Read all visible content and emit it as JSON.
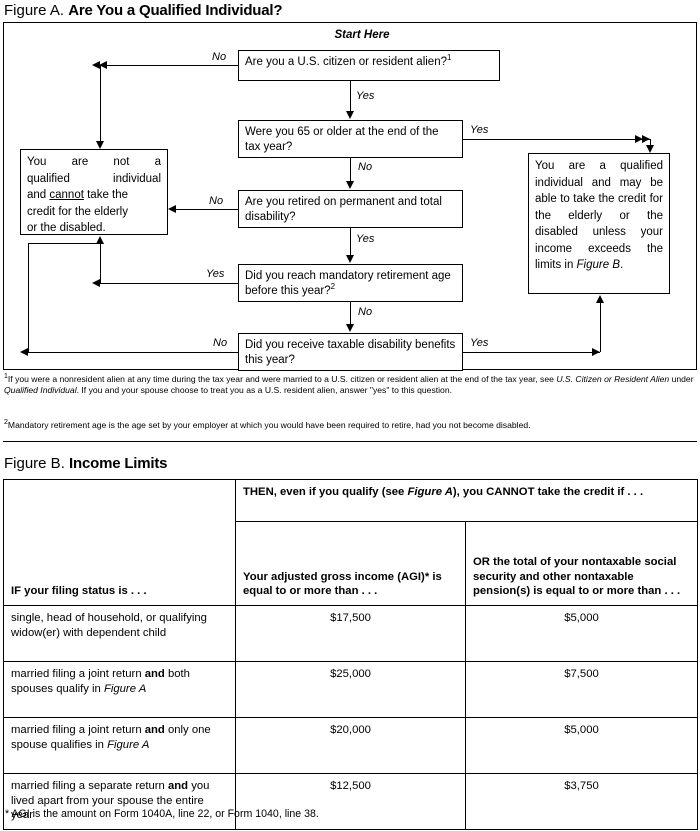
{
  "figure_a": {
    "label": "Figure A.",
    "title": "Are You a Qualified Individual?",
    "start_here": "Start Here",
    "boxes": {
      "q1": "Are you a U.S. citizen or resident alien?",
      "q1_footnote_mark": "1",
      "q2": "Were you 65 or older at the end of the tax year?",
      "q3": "Are you retired on permanent and total disability?",
      "q4": "Did you reach mandatory retirement age before this year?",
      "q4_footnote_mark": "2",
      "q5": "Did you receive taxable disability benefits this year?",
      "not_qualified_1": "You are not a",
      "not_qualified_2": "qualified individual",
      "not_qualified_3a": "and ",
      "not_qualified_3b": "cannot",
      "not_qualified_3c": " take the",
      "not_qualified_4": "credit for the elderly",
      "not_qualified_5": "or the disabled.",
      "qualified_text": "You are a qualified individual and may be able to take the credit for the elderly or the disabled unless your income exceeds the limits in ",
      "qualified_ref": "Figure B",
      "qualified_end": "."
    },
    "branches": {
      "q1_no": "No",
      "q1_yes": "Yes",
      "q2_yes": "Yes",
      "q2_no": "No",
      "q3_no": "No",
      "q3_yes": "Yes",
      "q4_yes": "Yes",
      "q4_no": "No",
      "q5_no": "No",
      "q5_yes": "Yes"
    },
    "footnotes": [
      {
        "mark": "1",
        "part1": "If you were a nonresident alien at any time during the tax year and were married to a U.S. citizen or resident alien at the end of the tax year, see ",
        "italic1": "U.S. Citizen or Resident Alien",
        "part2": " under ",
        "italic2": "Qualified Individual",
        "part3": ". If you and your spouse choose to treat you as a U.S. resident alien, answer \"yes\" to this question."
      },
      {
        "mark": "2",
        "part1": "Mandatory retirement age is the age set by your employer at which you would have been required to retire, had you not become disabled.",
        "italic1": "",
        "part2": "",
        "italic2": "",
        "part3": ""
      }
    ]
  },
  "figure_b": {
    "label": "Figure B.",
    "title": "Income Limits",
    "header": {
      "spanning_pre": "THEN, even if you qualify (see ",
      "spanning_ref": "Figure A",
      "spanning_post": "), you CANNOT take the credit if . . .",
      "col1": "IF your filing status is . . .",
      "col2": "Your adjusted gross income (AGI)* is equal to or more than . . .",
      "col3": "OR the total of your nontaxable social security and other nontaxable pension(s) is equal to or more than . . ."
    },
    "rows": [
      {
        "status_pre": "single, head of household, or qualifying widow(er) with dependent child",
        "status_bold": "",
        "status_mid": "",
        "status_italic": "",
        "status_post": "",
        "agi": "$17,500",
        "nontaxable": "$5,000"
      },
      {
        "status_pre": "married filing a joint return ",
        "status_bold": "and",
        "status_mid": " both spouses qualify in ",
        "status_italic": "Figure A",
        "status_post": "",
        "agi": "$25,000",
        "nontaxable": "$7,500"
      },
      {
        "status_pre": "married filing a joint return ",
        "status_bold": "and",
        "status_mid": " only one spouse qualifies in ",
        "status_italic": "Figure A",
        "status_post": "",
        "agi": "$20,000",
        "nontaxable": "$5,000"
      },
      {
        "status_pre": "married filing a separate return ",
        "status_bold": "and",
        "status_mid": " you lived apart from your spouse the entire year",
        "status_italic": "",
        "status_post": "",
        "agi": "$12,500",
        "nontaxable": "$3,750"
      }
    ],
    "note": "* AGI is the amount on Form 1040A, line 22, or Form 1040, line 38."
  }
}
